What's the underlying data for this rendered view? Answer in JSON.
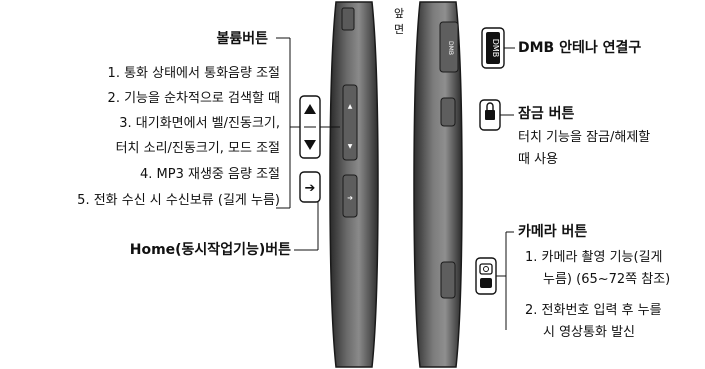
{
  "volume": {
    "title": "볼륨버튼",
    "items": [
      "1. 통화 상태에서 통화음량 조절",
      "2. 기능을 순차적으로 검색할 때",
      "3. 대기화면에서 벨/진동크기,",
      "터치 소리/진동크기, 모드 조절",
      "4. MP3 재생중 음량 조절",
      "5. 전화 수신 시 수신보류 (길게 누름)"
    ]
  },
  "home": {
    "title": "Home(동시작업기능)버튼"
  },
  "front_label": [
    "앞",
    "면"
  ],
  "dmb": {
    "title": "DMB 안테나 연결구",
    "icon_text": "DMB"
  },
  "lock": {
    "title": "잠금 버튼",
    "lines": [
      "터치 기능을 잠금/해제할",
      "때 사용"
    ]
  },
  "camera": {
    "title": "카메라 버튼",
    "items": [
      [
        "1. 카메라 촬영 기능(길게",
        "누름) (65~72쪽 참조)"
      ],
      [
        "2. 전화번호 입력 후 누를",
        "시 영상통화 발신"
      ]
    ]
  },
  "icons": [
    "volume-up-icon",
    "volume-down-icon",
    "home-icon",
    "lock-icon",
    "camera-icon",
    "dmb-icon"
  ],
  "colors": {
    "body": "#4a4a4a",
    "edge": "#222222",
    "highlight": "#8a8a8a",
    "key_bg": "#ffffff"
  }
}
